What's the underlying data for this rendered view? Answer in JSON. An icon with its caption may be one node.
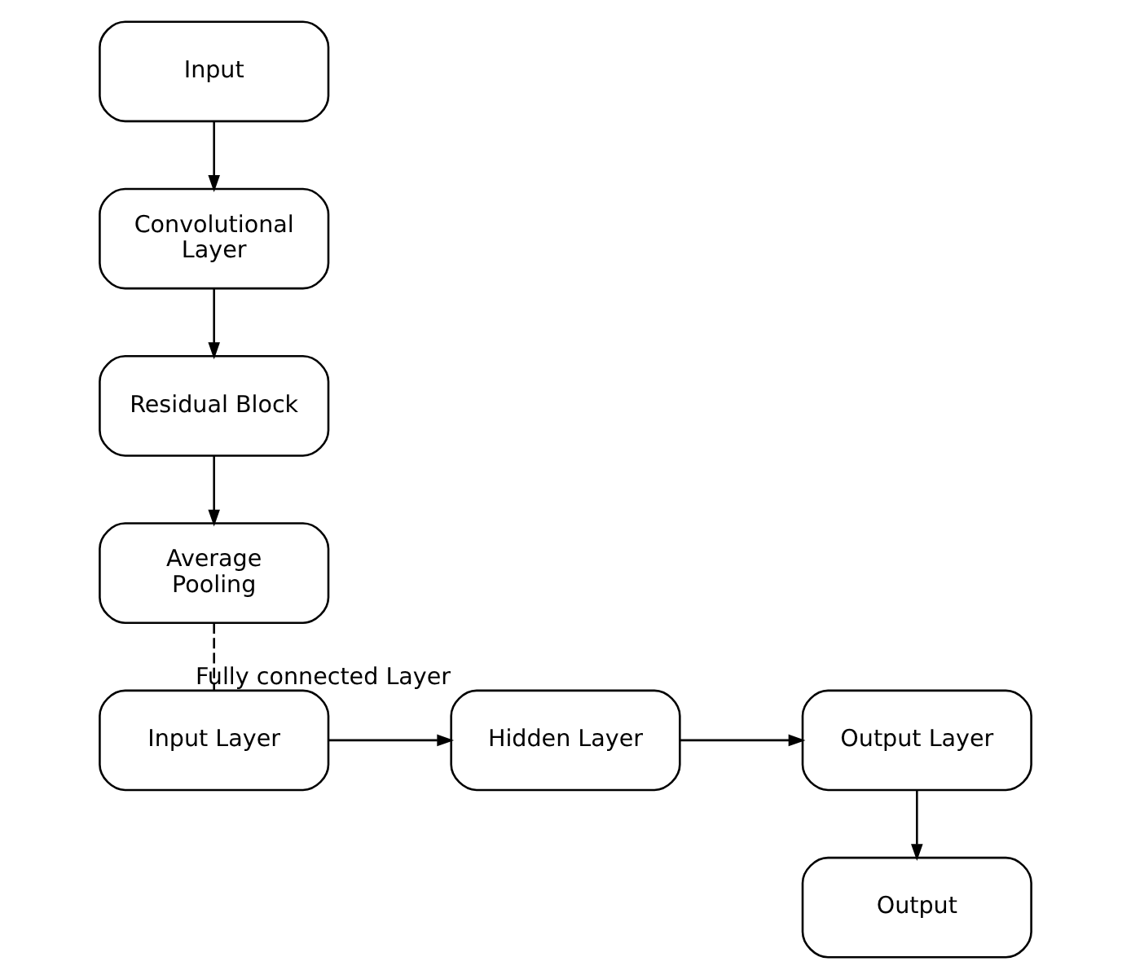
{
  "diagram": {
    "nodes": [
      {
        "text": [
          "Input"
        ]
      },
      {
        "text": [
          "Convolutional Layer"
        ]
      },
      {
        "text": [
          "Residual Block"
        ]
      },
      {
        "text": [
          "Average Pooling"
        ]
      },
      {
        "text": [
          "Input Layer"
        ]
      },
      {
        "text": [
          "Hidden Layer"
        ],
        "beside": [
          "Fully connected Layer"
        ]
      },
      {
        "text": [
          "Output Layer"
        ]
      },
      {
        "text": [
          "Output"
        ]
      }
    ],
    "edges": [
      {
        "from": 0,
        "to": 1,
        "arrow": "to"
      },
      {
        "from": 1,
        "to": 2,
        "arrow": "to"
      },
      {
        "from": 2,
        "to": 3,
        "arrow": "to"
      },
      {
        "from": 3,
        "to": 4,
        "arrow": "none",
        "style": "dashed"
      },
      {
        "from": 4,
        "to": 5,
        "arrow": "to"
      },
      {
        "from": 5,
        "to": 6,
        "arrow": "to"
      },
      {
        "from": 6,
        "to": 7,
        "arrow": "to"
      }
    ]
  }
}
